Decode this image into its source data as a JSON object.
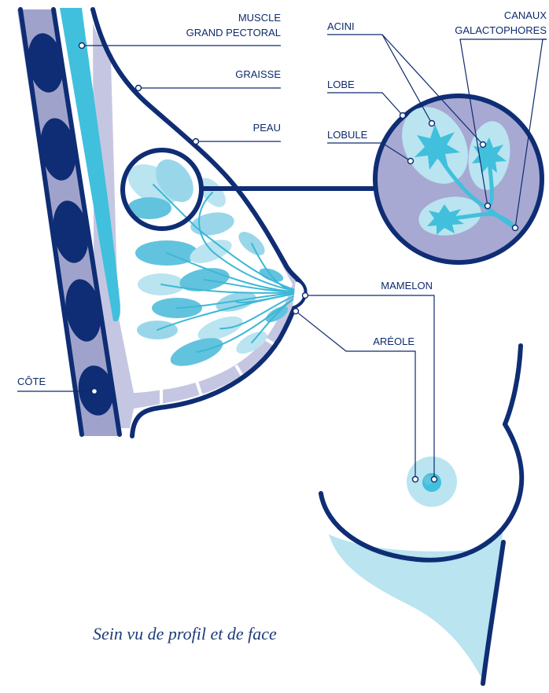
{
  "labels": {
    "muscle_line1": "MUSCLE",
    "muscle_line2": "GRAND PECTORAL",
    "graisse": "GRAISSE",
    "peau": "PEAU",
    "acini": "ACINI",
    "canaux_line1": "CANAUX",
    "canaux_line2": "GALACTOPHORES",
    "lobe": "LOBE",
    "lobule": "LOBULE",
    "mamelon": "MAMELON",
    "areole": "ARÉOLE",
    "cote": "CÔTE"
  },
  "caption": "Sein vu de profil et de face",
  "colors": {
    "navy": "#0f2d74",
    "rib_band": "#9fa3cc",
    "muscle": "#40c0dc",
    "fat": "#c5c7e2",
    "lobule_light": "#b9e4f0",
    "lobule_mid": "#62c3de",
    "duct": "#3bb8d6",
    "zoom_bg": "#a7a9d2"
  }
}
